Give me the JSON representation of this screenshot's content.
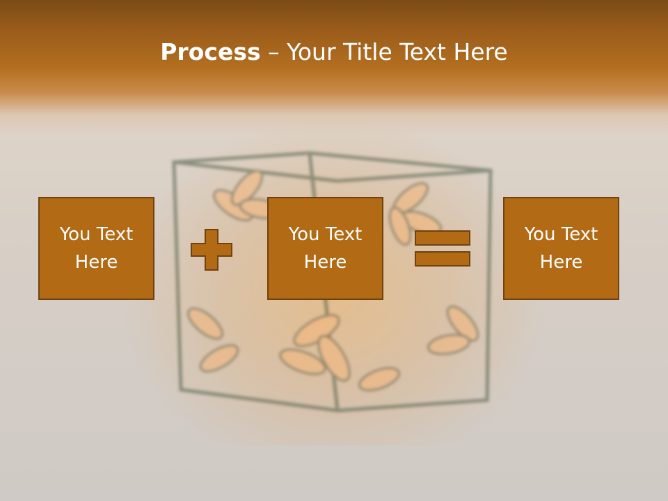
{
  "slide": {
    "title_bold": "Process",
    "title_rest": " – Your Title Text Here",
    "boxes": [
      {
        "text": "You Text Here"
      },
      {
        "text": "You Text Here"
      },
      {
        "text": "You Text Here"
      }
    ],
    "operators": [
      "plus-icon",
      "equals-icon"
    ],
    "background": "blurred stained-glass lantern photo",
    "colors": {
      "accent": "#b36a14",
      "accent_border": "#6f4210",
      "title_text": "#ffffff",
      "title_band": "#9a5c1b"
    }
  }
}
